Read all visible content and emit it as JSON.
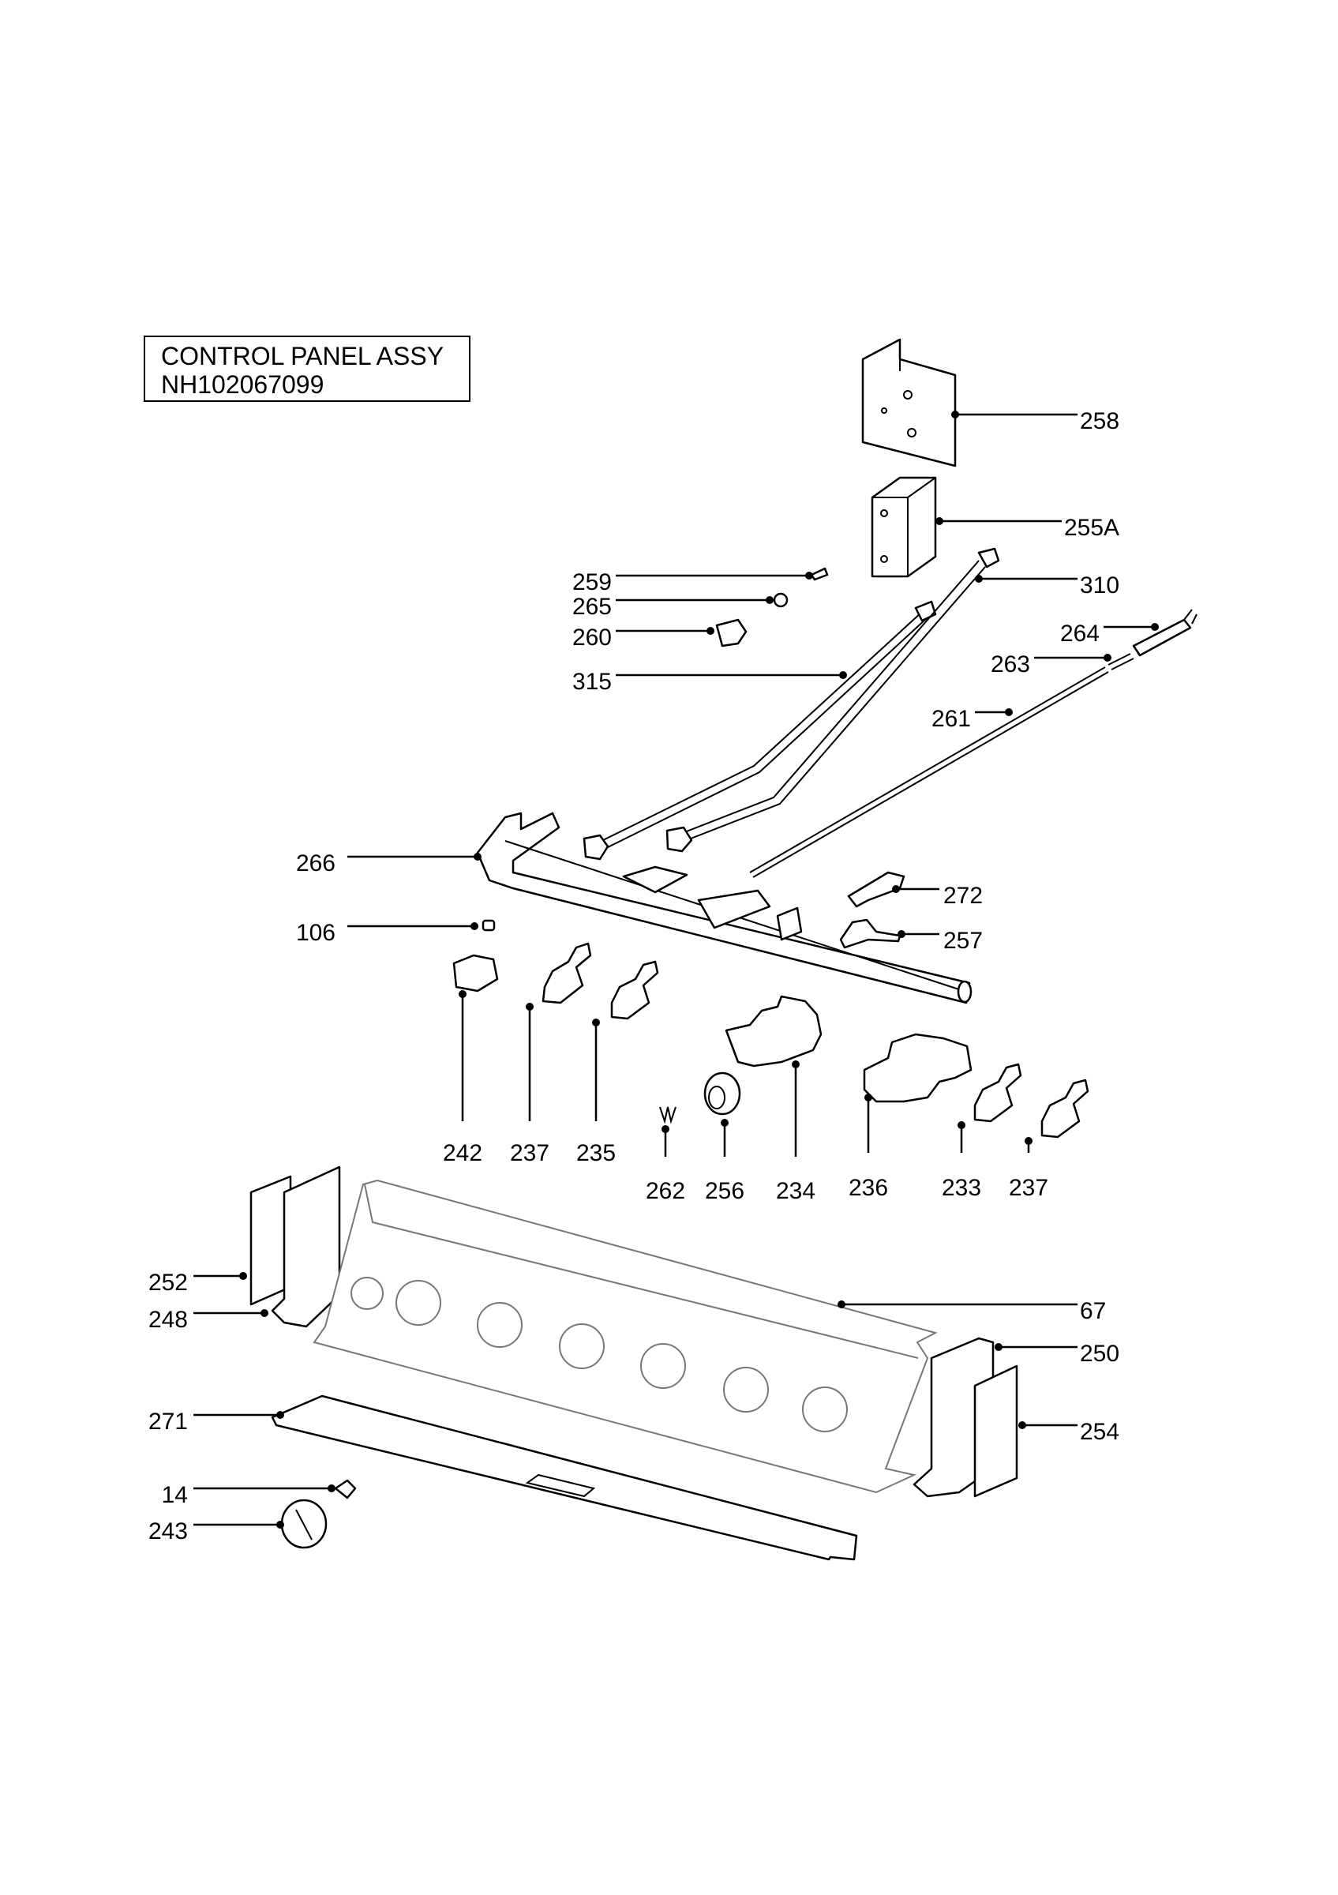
{
  "title": {
    "line1": "CONTROL PANEL ASSY",
    "line2": "NH102067099"
  },
  "labels": [
    "258",
    "255A",
    "259",
    "310",
    "265",
    "264",
    "260",
    "263",
    "315",
    "261",
    "266",
    "272",
    "106",
    "257",
    "242",
    "237",
    "235",
    "262",
    "256",
    "234",
    "236",
    "233",
    "237",
    "252",
    "67",
    "248",
    "250",
    "271",
    "254",
    "14",
    "243"
  ]
}
